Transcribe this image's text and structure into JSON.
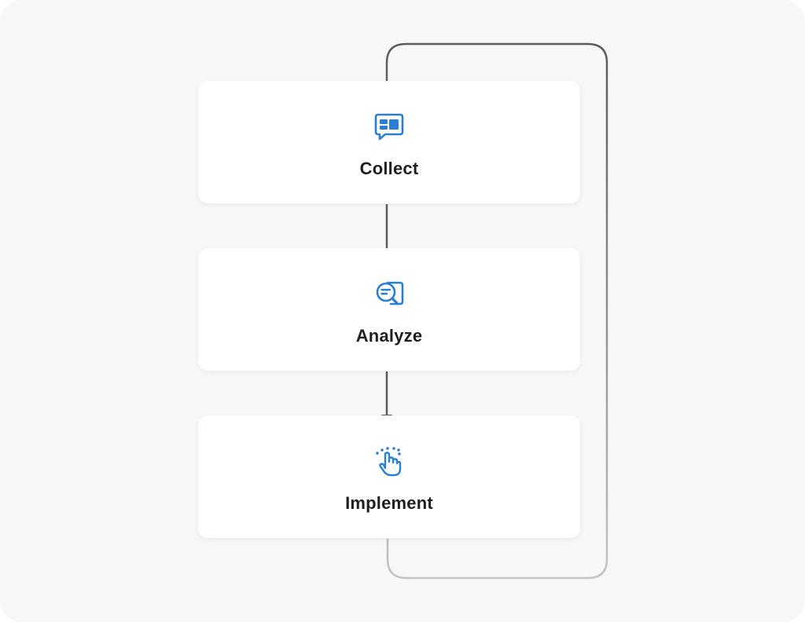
{
  "colors": {
    "accent": "#2a7fd4",
    "arrow": "#5b5b5b",
    "loop_fade": "#c4c4c4",
    "card": "#ffffff",
    "background": "#f7f7f7",
    "text": "#1f1f1f"
  },
  "steps": [
    {
      "label": "Collect",
      "icon": "chat-dashboard-icon"
    },
    {
      "label": "Analyze",
      "icon": "search-document-icon"
    },
    {
      "label": "Implement",
      "icon": "hand-tap-icon"
    }
  ]
}
